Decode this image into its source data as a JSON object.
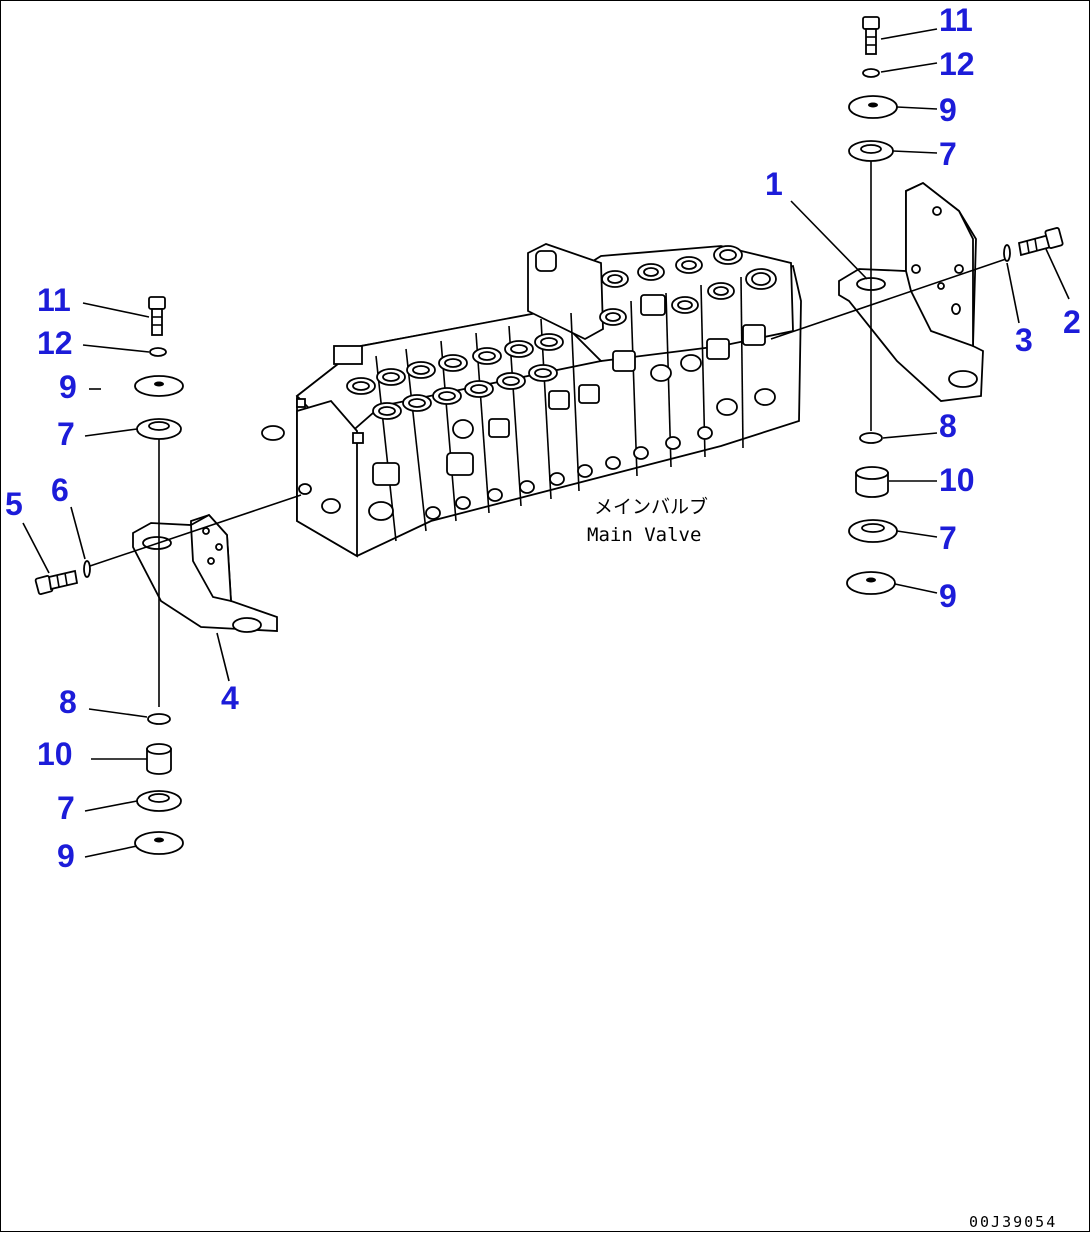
{
  "labels": {
    "main_valve_jp": "メインバルブ",
    "main_valve_en": "Main Valve"
  },
  "document_number": "00J39054",
  "callouts": {
    "right_11": "11",
    "right_12": "12",
    "right_9_top": "9",
    "right_7_top": "7",
    "right_1": "1",
    "right_2": "2",
    "right_3": "3",
    "right_8": "8",
    "right_10": "10",
    "right_7_bottom": "7",
    "right_9_bottom": "9",
    "left_11": "11",
    "left_12": "12",
    "left_9_top": "9",
    "left_7_top": "7",
    "left_5": "5",
    "left_6": "6",
    "left_4": "4",
    "left_8": "8",
    "left_10": "10",
    "left_7_bottom": "7",
    "left_9_bottom": "9"
  },
  "colors": {
    "callout": "#1c1cd9",
    "line": "#000000"
  }
}
